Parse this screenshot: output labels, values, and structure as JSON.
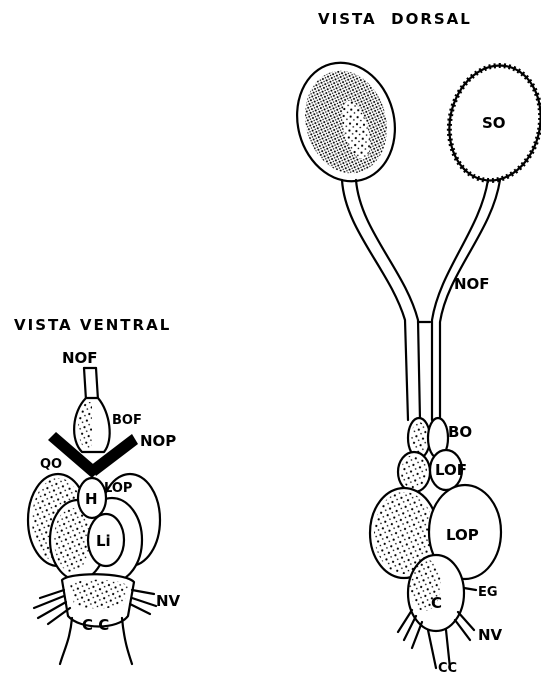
{
  "titles": {
    "dorsal": "VISTA  DORSAL",
    "ventral": "VISTA VENTRAL"
  },
  "ventral_labels": {
    "nof": "NOF",
    "bof": "BOF",
    "nop": "NOP",
    "qo": "QO",
    "h": "H",
    "lop": "LOP",
    "li": "Li",
    "nv": "NV",
    "cc": "C C"
  },
  "dorsal_labels": {
    "so": "SO",
    "nof": "NOF",
    "bo": "BO",
    "lof": "LOF",
    "lop": "LOP",
    "eg": "EG",
    "c": "C",
    "nv": "NV",
    "cc": "CC"
  }
}
